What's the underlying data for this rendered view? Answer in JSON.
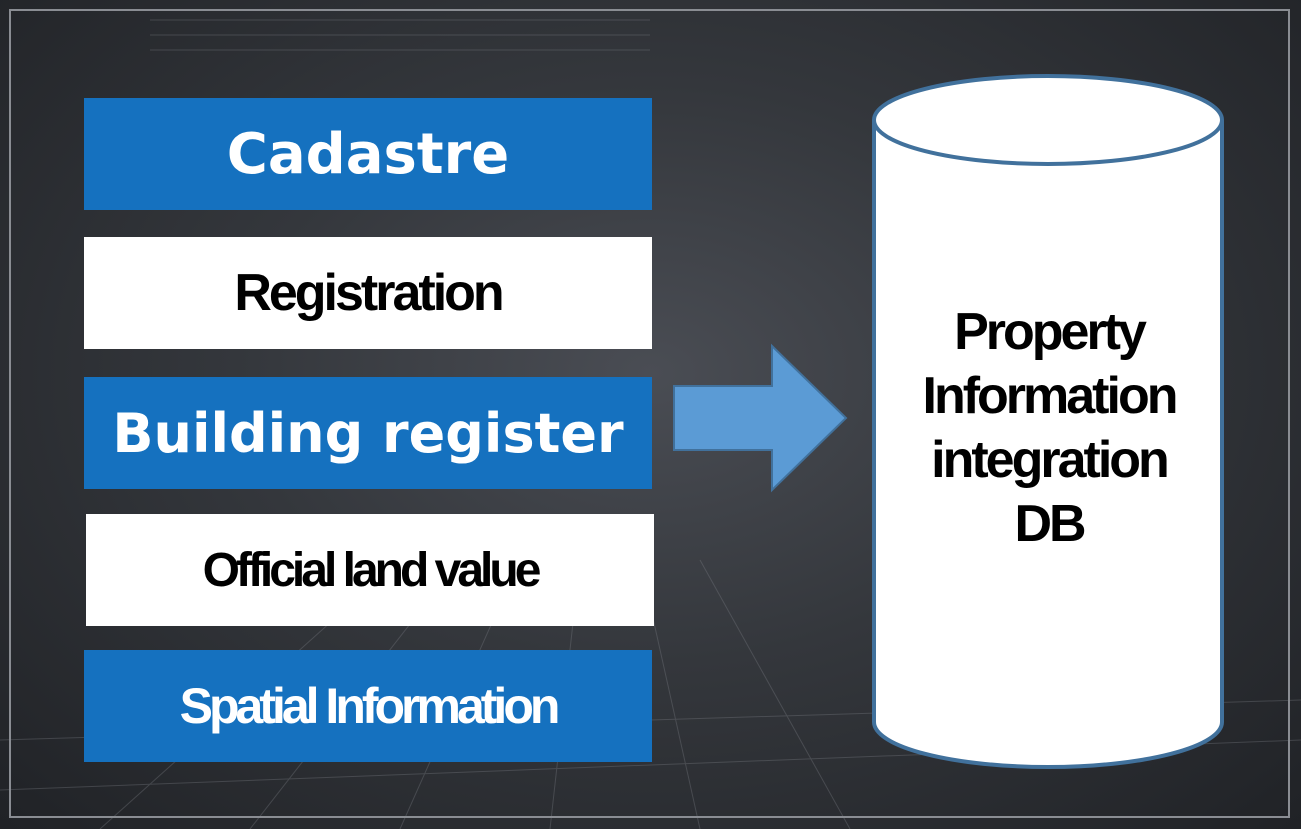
{
  "sources": [
    {
      "label": "Cadastre",
      "style": "blue"
    },
    {
      "label": "Registration",
      "style": "white"
    },
    {
      "label": "Building register",
      "style": "blue"
    },
    {
      "label": "Official land value",
      "style": "white"
    },
    {
      "label": "Spatial Information",
      "style": "blue"
    }
  ],
  "target": {
    "lines": [
      "Property",
      "Information",
      "integration",
      "DB"
    ]
  },
  "colors": {
    "blue_box": "#1571bf",
    "arrow": "#5b9bd5",
    "cylinder_stroke": "#41719c",
    "background": "#2d3035"
  },
  "icons": {
    "arrow": "right-arrow-icon",
    "database": "database-cylinder-icon"
  }
}
